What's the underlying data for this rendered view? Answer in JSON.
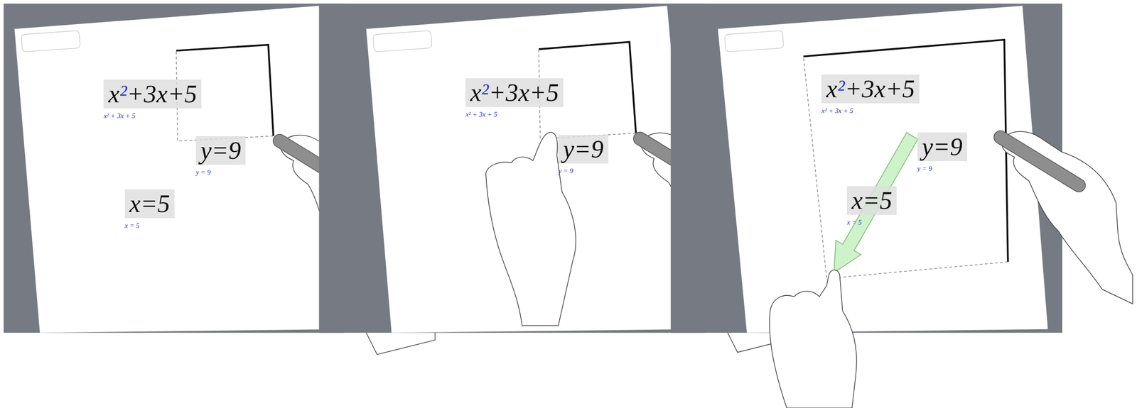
{
  "diagram": {
    "nodes": [
      {
        "text": [
          "x²+3x+5",
          "x² + 3x + 5"
        ]
      },
      {
        "text": [
          "y=9",
          "y = 9"
        ]
      },
      {
        "text": [
          "x=5",
          "x = 5"
        ]
      },
      {
        "text": [
          "x²+3x+5",
          "x² + 3x + 5"
        ]
      },
      {
        "text": [
          "y=9",
          "y = 9"
        ]
      },
      {
        "text": [
          "x²+3x+5",
          "x² + 3x + 5"
        ]
      },
      {
        "text": [
          "y=9",
          "y = 9"
        ]
      },
      {
        "text": [
          "x=5",
          "x = 5"
        ]
      }
    ]
  }
}
